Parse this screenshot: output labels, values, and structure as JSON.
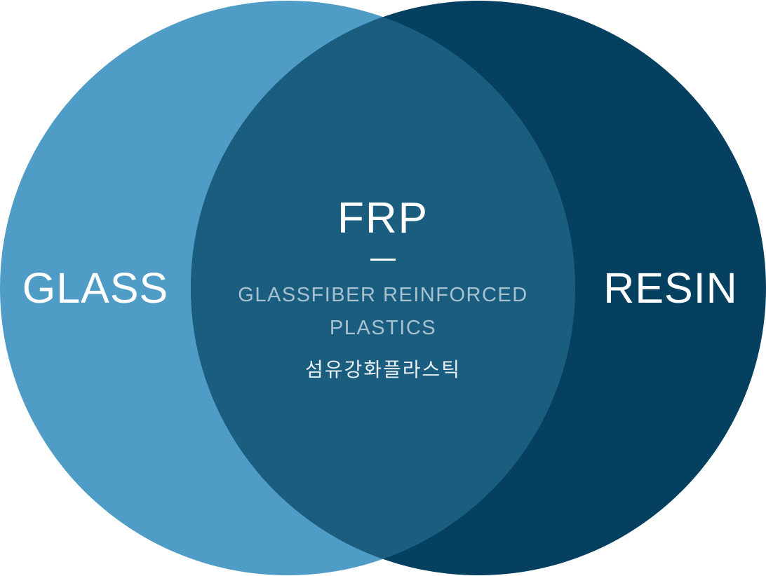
{
  "diagram": {
    "left_label": "GLASS",
    "right_label": "RESIN",
    "overlap": {
      "title": "FRP",
      "subtitle_lines": [
        "GLASSFIBER REINFORCED",
        "PLASTICS"
      ],
      "subtitle_korean": "섬유강화플라스틱"
    }
  },
  "colors": {
    "glass_circle": "#4F9CC6",
    "resin_circle": "#064060",
    "overlap_region": "#1B5D7F",
    "title_text": "#FFFFFF",
    "divider": "#FFFFFF",
    "subtitle_text": "#A6C1CF",
    "korean_text": "#E9F0F4",
    "background": "#FFFFFF"
  }
}
